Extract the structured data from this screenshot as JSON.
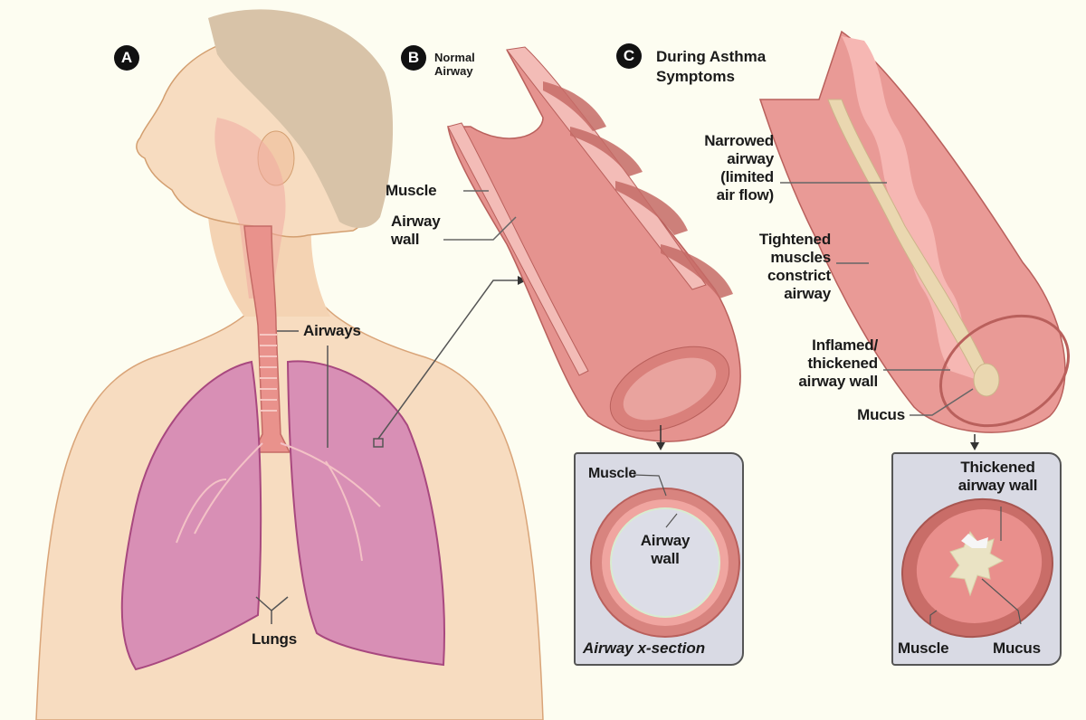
{
  "panels": {
    "a": {
      "badge": "A"
    },
    "b": {
      "badge": "B",
      "title_line1": "Normal",
      "title_line2": "Airway"
    },
    "c": {
      "badge": "C",
      "title_line1": "During Asthma",
      "title_line2": "Symptoms"
    }
  },
  "labels": {
    "airways": "Airways",
    "lungs": "Lungs",
    "normal_muscle": "Muscle",
    "normal_airway_wall_1": "Airway",
    "normal_airway_wall_2": "wall",
    "narrowed_1": "Narrowed",
    "narrowed_2": "airway",
    "narrowed_3": "(limited",
    "narrowed_4": "air flow)",
    "tightened_1": "Tightened",
    "tightened_2": "muscles",
    "tightened_3": "constrict",
    "tightened_4": "airway",
    "inflamed_1": "Inflamed/",
    "inflamed_2": "thickened",
    "inflamed_3": "airway wall",
    "mucus": "Mucus"
  },
  "xsection_normal": {
    "muscle": "Muscle",
    "airway_wall_1": "Airway",
    "airway_wall_2": "wall",
    "caption": "Airway x-section"
  },
  "xsection_asthma": {
    "thickened_1": "Thickened",
    "thickened_2": "airway wall",
    "muscle": "Muscle",
    "mucus": "Mucus"
  },
  "colors": {
    "background": "#fdfdf1",
    "skin": "#f7dcc0",
    "hair": "#d8c3a8",
    "lung": "#d88fb5",
    "lung_outline": "#a8487f",
    "airway_tissue": "#e5938f",
    "muscle_band": "#c56b66",
    "mucus": "#ead7b0",
    "xsection_box": "#d9dae4"
  }
}
